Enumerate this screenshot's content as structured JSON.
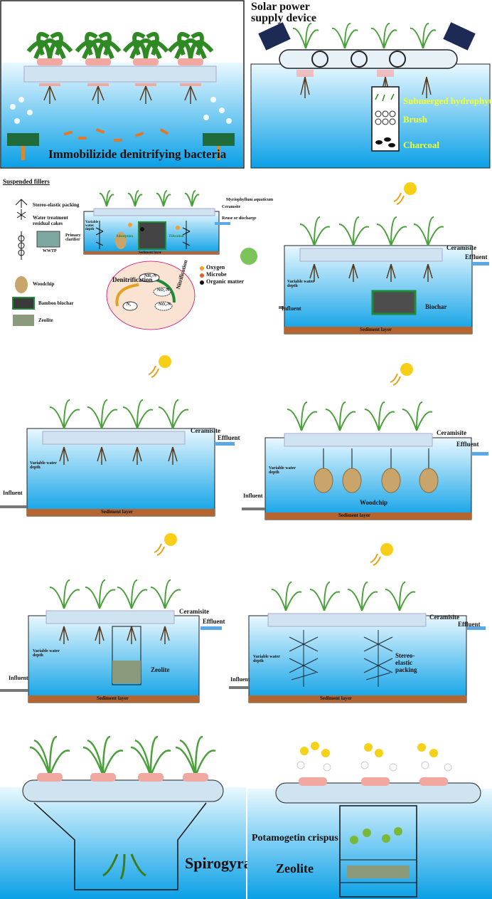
{
  "colors": {
    "water_top": "#e9f8ff",
    "water_bottom": "#0aa0e6",
    "sediment": "#b5652f",
    "platform": "#cfe3f0",
    "pot": "#f1a8a0",
    "leaf": "#3c9a2a"
  },
  "panel1": {
    "label": "Immobilizide denitrifying bacteria"
  },
  "panel2": {
    "solar_label": "Solar power supply device",
    "layers": [
      "Submerged hydrophytes",
      "Brush",
      "Charcoal"
    ]
  },
  "panel3": {
    "fillers_title": "Suspended fillers",
    "fillers": [
      "Stereo-elastic packing",
      "Water treatment residual cakes",
      "Woodchip",
      "Bamboo biochar",
      "Zeolite"
    ],
    "wwtp": "WWTP",
    "primary": "Primary clarifier",
    "myrio": "Myriophyllum aquaticum",
    "ceramsite": "Ceramsite",
    "reuse": "Reuse or discharge",
    "depth": "Variable water depth",
    "sediment": "Sediment layer",
    "legend": [
      "Oxygen",
      "Microbe",
      "Organic matter"
    ],
    "cycle": {
      "denit": "Denitrification",
      "nitr": "Nitrification",
      "n1": "NH₄-N",
      "n2": "NO₂-N",
      "n3": "NO₃-N",
      "n4": "N₂"
    },
    "adsorp": "Adsorption",
    "filtration": "Filtration"
  },
  "common": {
    "ceramsite": "Ceramisite",
    "effluent": "Effluent",
    "influent": "Influent",
    "depth": "Variable water depth",
    "sediment": "Sediment layer"
  },
  "panel4": {
    "media": "Biochar"
  },
  "panel6": {
    "media": "Woodchip"
  },
  "panel7": {
    "media": "Zeolite"
  },
  "panel8": {
    "media": "Stereo-elastic packing"
  },
  "panel9": {
    "label": "Spirogyra"
  },
  "panel10": {
    "label1": "Potamogetin crispus",
    "label2": "Zeolite"
  }
}
